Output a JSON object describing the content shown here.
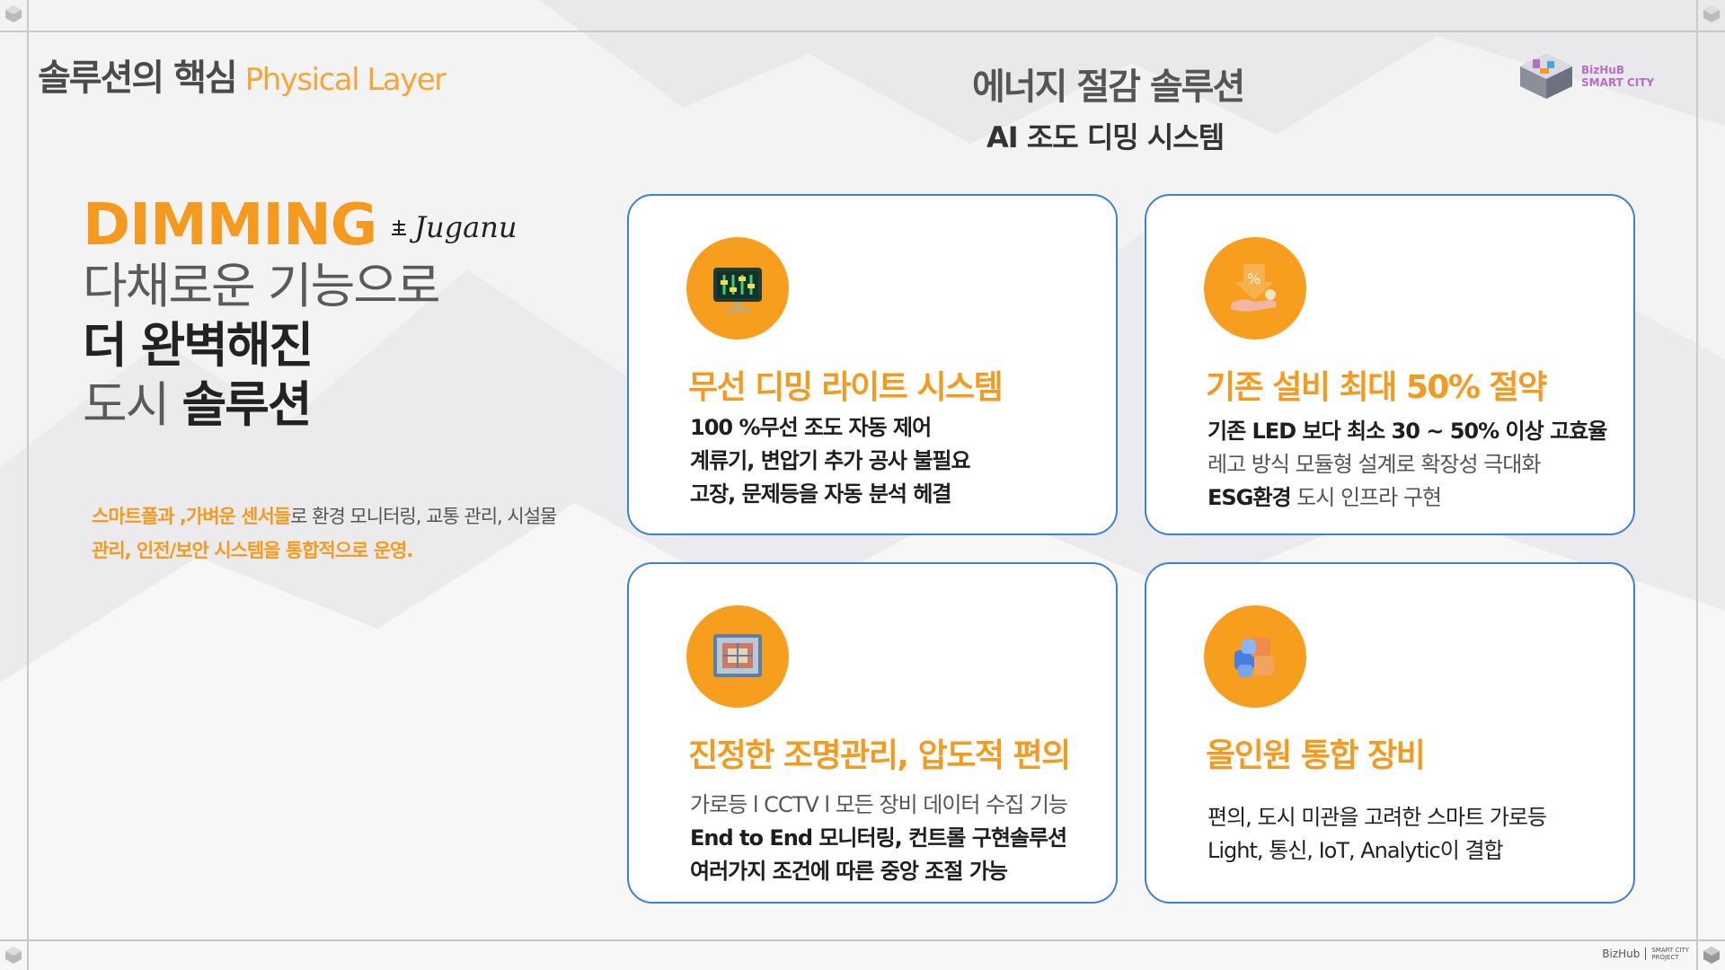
{
  "header": {
    "title_kr": "솔루션의 핵심",
    "title_en": "Physical Layer"
  },
  "center": {
    "title": "에너지 절감  솔루션",
    "subtitle": "AI  조도 디밍 시스템"
  },
  "logo": {
    "line1": "BizHuB",
    "line2": "SMART CITY",
    "badge": "SMART CITY"
  },
  "hero": {
    "dimming": "DIMMING",
    "brand": "Juganu",
    "line1": "다채로운 기능으로",
    "line2": "더 완벽해진",
    "line3_light": "도시 ",
    "line3_bold": "솔루션"
  },
  "description": {
    "part1": "스마트폴과 ,가벼운 센서들",
    "part2": "로  환경 모니터링, 교통 관리, 시설물 ",
    "part3": "관리, 인전/보안 시스템을 통합적으로 운영."
  },
  "cards": [
    {
      "title": "무선 디밍 라이트 시스템",
      "icon": "dimmer-panel-icon",
      "lines": [
        "100 %무선 조도 자동 제어",
        "계류기, 변압기 추가 공사 불필요",
        " 고장, 문제등을  자동 분석 헤결"
      ]
    },
    {
      "title": "기존 설비 최대 50% 절약",
      "icon": "discount-hand-icon",
      "lines": [
        "기존 LED 보다 최소 30 ~ 50% 이상 고효율",
        "레고 방식 모듈형 설계로 확장성 극대화"
      ],
      "line3_bold": "ESG환경",
      "line3_rest": " 도시 인프라 구현"
    },
    {
      "title": "진정한 조명관리, 압도적 편의",
      "icon": "circuit-board-icon",
      "lines": [
        "가로등 l CCTV l 모든 장비 데이터 수집 기능",
        "End to End 모니터링, 컨트롤 구현솔루션",
        "여러가지 조건에 따른 중앙 조절 가능"
      ]
    },
    {
      "title": "올인원 통합 장비",
      "icon": "cubes-icon",
      "lines": [
        "편의, 도시 미관을 고려한 스마트 가로등",
        "Light, 통신, IoT,  Analytic이 결합"
      ]
    }
  ],
  "footer": {
    "brand": "BizHub",
    "sub1": "SMART CITY",
    "sub2": "PROJECT"
  },
  "colors": {
    "accent": "#f59a1e",
    "card_border": "#3f7fd6",
    "title_gray": "#4a4a4a"
  }
}
